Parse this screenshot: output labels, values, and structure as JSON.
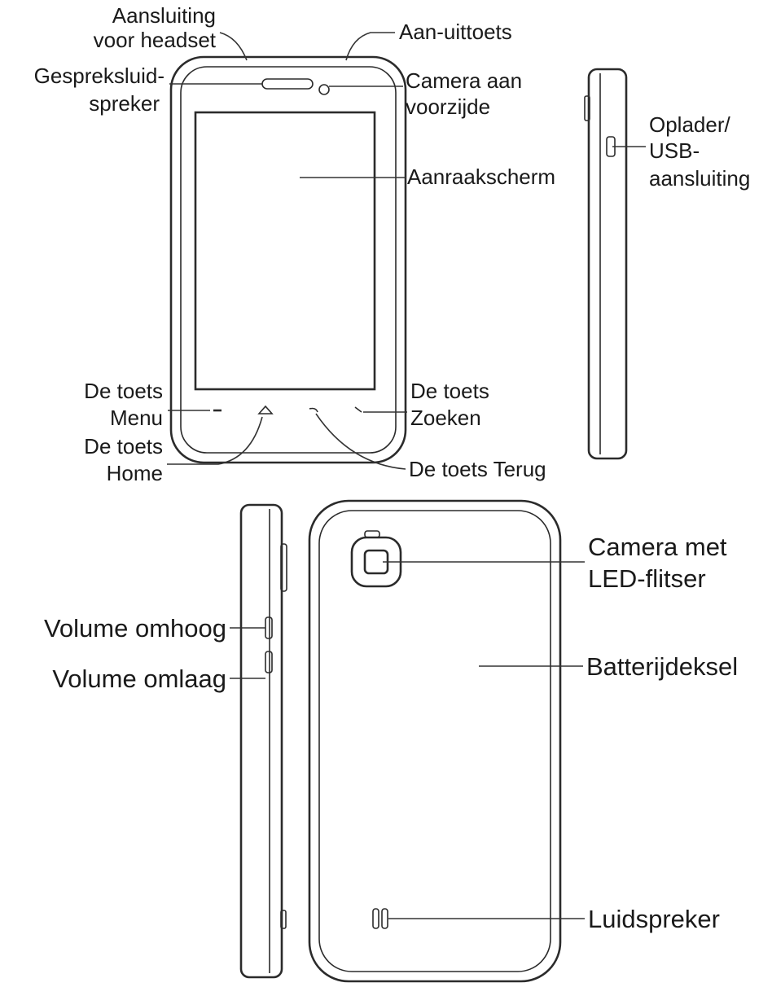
{
  "labels": {
    "headset_jack": [
      "Aansluiting",
      "voor headset"
    ],
    "power_key": "Aan-uittoets",
    "earpiece": [
      "Gespreksluid-",
      "spreker"
    ],
    "front_camera": [
      "Camera aan",
      "voorzijde"
    ],
    "charger_port": [
      "Oplader/",
      "USB-",
      "aansluiting"
    ],
    "touchscreen": "Aanraakscherm",
    "menu_key": [
      "De toets",
      "Menu"
    ],
    "search_key": [
      "De toets",
      "Zoeken"
    ],
    "home_key": [
      "De toets",
      "Home"
    ],
    "back_key": "De toets Terug",
    "rear_camera": [
      "Camera met",
      "LED-flitser"
    ],
    "volume_up": "Volume omhoog",
    "volume_down": "Volume omlaag",
    "battery_cover": "Batterijdeksel",
    "speaker": "Luidspreker"
  },
  "colors": {
    "line": "#2b2b2b",
    "text": "#1a1a1a",
    "background": "#ffffff"
  }
}
